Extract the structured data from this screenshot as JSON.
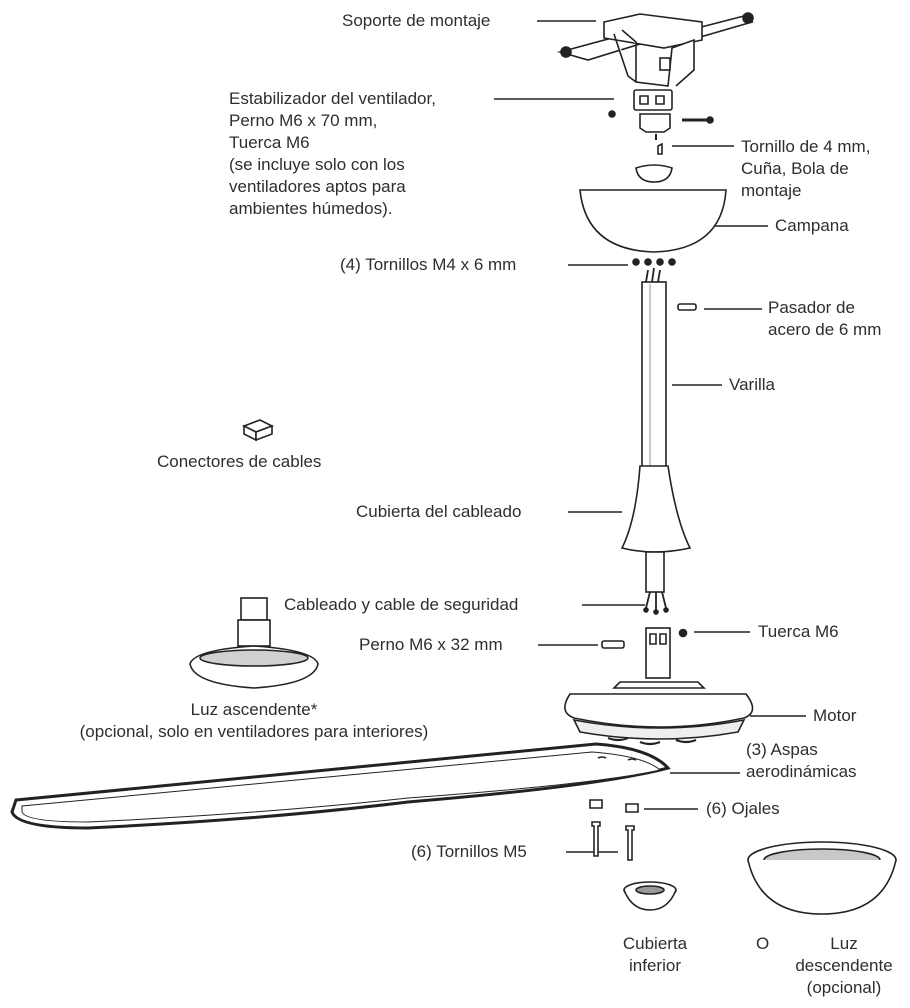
{
  "labels": {
    "mounting_bracket": "Soporte de montaje",
    "stabilizer": "Estabilizador del ventilador,\nPerno M6 x 70 mm,\nTuerca M6\n(se incluye solo con los\nventiladores aptos para\nambientes húmedos).",
    "screw_wedge_ball": "Tornillo de 4 mm,\nCuña, Bola de\nmontaje",
    "canopy": "Campana",
    "canopy_screws": "(4) Tornillos M4 x 6 mm",
    "steel_pin": "Pasador de\nacero de 6 mm",
    "downrod": "Varilla",
    "wire_connectors": "Conectores de cables",
    "wiring_cover": "Cubierta del cableado",
    "wiring_safety_cable": "Cableado y cable de seguridad",
    "bolt_m6_32": "Perno M6 x 32 mm",
    "nut_m6": "Tuerca M6",
    "uplight": "Luz ascendente*\n(opcional, solo en ventiladores para interiores)",
    "motor": "Motor",
    "blades": "(3) Aspas\naerodinámicas",
    "grommets": "(6) Ojales",
    "m5_screws": "(6) Tornillos M5",
    "bottom_cover": "Cubierta\ninferior",
    "or_word": "O",
    "downlight": "Luz\ndescendente\n(opcional)"
  },
  "colors": {
    "line": "#222222",
    "text": "#2e2e2e",
    "part_fill": "#ffffff",
    "part_shade": "#9a9a9a"
  }
}
